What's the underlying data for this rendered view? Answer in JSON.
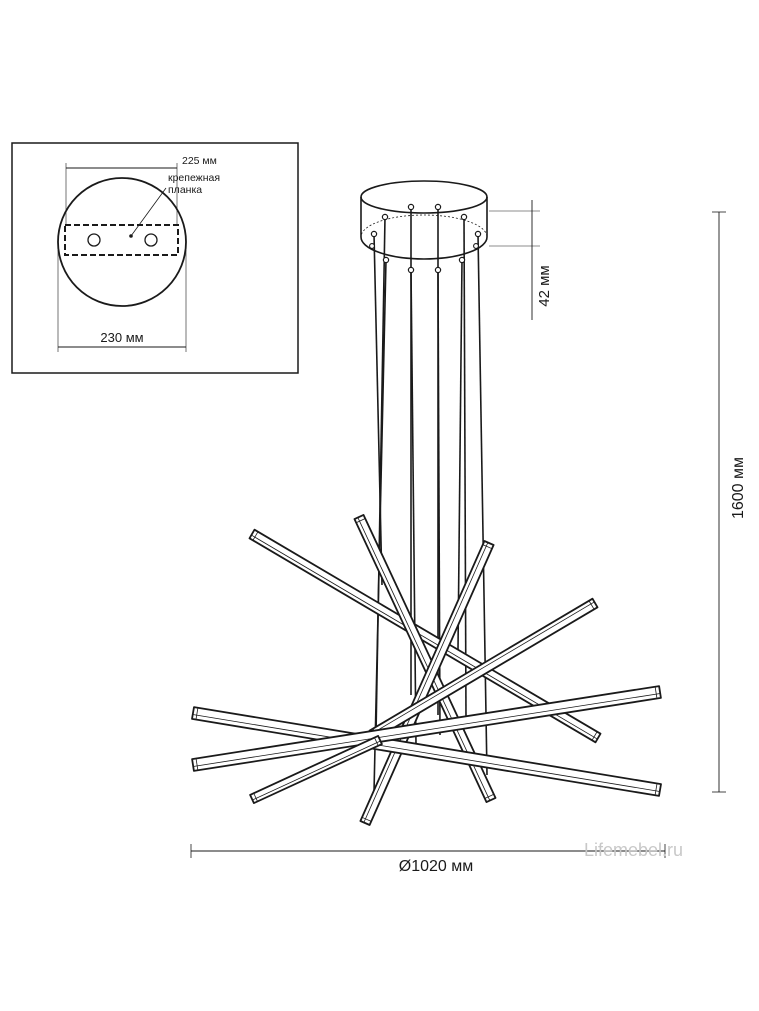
{
  "inset": {
    "top_label": "225 мм",
    "plate_label_line1": "крепежная",
    "plate_label_line2": "планка",
    "width_label": "230 мм"
  },
  "dimensions": {
    "canopy_height": "42 мм",
    "total_height": "1600 мм",
    "diameter": "Ø1020 мм"
  },
  "watermark": "Lifemebel.ru"
}
